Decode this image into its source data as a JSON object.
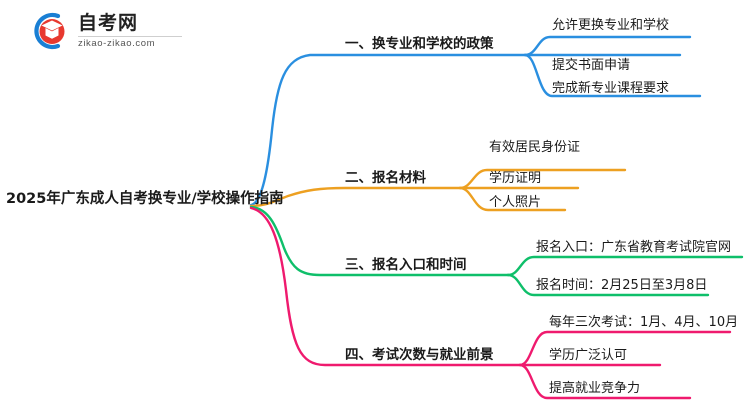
{
  "logo": {
    "mark_name": "zikao-logo-mark",
    "title": "自考网",
    "domain": "zikao-zikao.com",
    "arc_color": "#1a7fd4",
    "cap_color": "#e8392f"
  },
  "mindmap": {
    "type": "mindmap",
    "root": {
      "label": "2025年广东成人自考换专业/学校操作指南"
    },
    "branches": [
      {
        "label": "一、换专业和学校的政策",
        "color": "#2a8fe0",
        "leaves": [
          {
            "label": "允许更换专业和学校"
          },
          {
            "label": "提交书面申请"
          },
          {
            "label": "完成新专业课程要求"
          }
        ]
      },
      {
        "label": "二、报名材料",
        "color": "#eda021",
        "leaves": [
          {
            "label": "有效居民身份证"
          },
          {
            "label": "学历证明"
          },
          {
            "label": "个人照片"
          }
        ]
      },
      {
        "label": "三、报名入口和时间",
        "color": "#0fbf6a",
        "leaves": [
          {
            "label": "报名入口：广东省教育考试院官网"
          },
          {
            "label": "报名时间：2月25日至3月8日"
          }
        ]
      },
      {
        "label": "四、考试次数与就业前景",
        "color": "#ef1a6e",
        "leaves": [
          {
            "label": "每年三次考试：1月、4月、10月"
          },
          {
            "label": "学历广泛认可"
          },
          {
            "label": "提高就业竞争力"
          }
        ]
      }
    ]
  }
}
